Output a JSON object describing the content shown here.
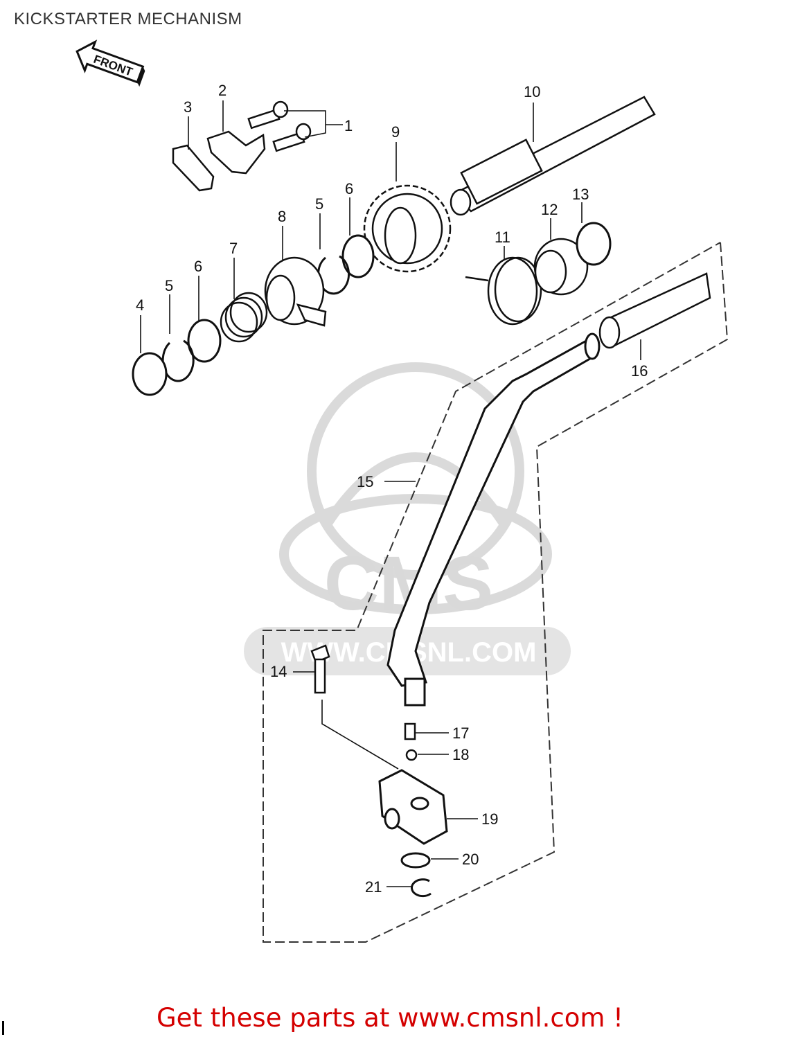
{
  "page_title": "KICKSTARTER MECHANISM",
  "front_arrow_label": "FRONT",
  "watermark": {
    "brand": "CMS",
    "url": "WWW.CMSNL.COM"
  },
  "callouts": [
    "1",
    "2",
    "3",
    "4",
    "5",
    "5",
    "6",
    "6",
    "7",
    "8",
    "9",
    "10",
    "11",
    "12",
    "13",
    "14",
    "15",
    "16",
    "17",
    "18",
    "19",
    "20",
    "21"
  ],
  "footer_text": "Get these parts at www.cmsnl.com !",
  "colors": {
    "line": "#111111",
    "text": "#333333",
    "footer": "#d40000",
    "watermark": "#d0d0d0"
  }
}
